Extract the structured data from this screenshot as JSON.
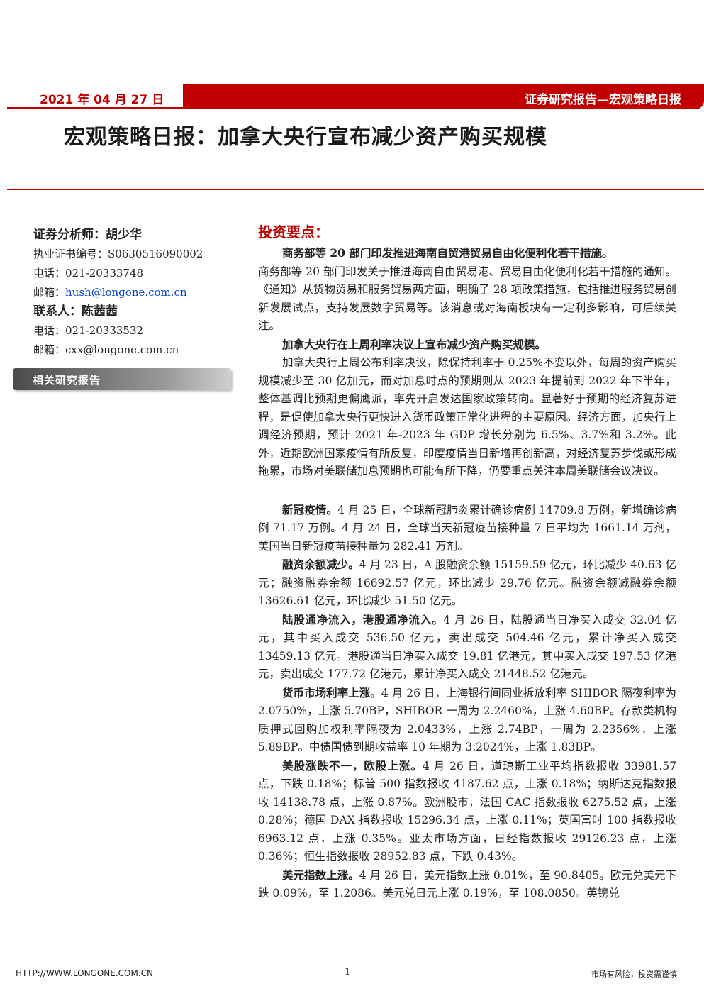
{
  "header": {
    "date": "2021 年 04 月 27 日",
    "category": "证券研究报告—宏观策略日报",
    "title": "宏观策略日报：加拿大央行宣布减少资产购买规模"
  },
  "sidebar": {
    "analyst_label": "证券分析师：胡少华",
    "cert": "执业证书编号：S0630516090002",
    "phone1": "电话：021-20333748",
    "email1_label": "邮箱：",
    "email1": "hush@longone.com.cn",
    "contact_label": "联系人：陈茜茜",
    "phone2": "电话：021-20333532",
    "email2": "邮箱：cxx@longone.com.cn",
    "related": "相关研究报告"
  },
  "main": {
    "section_title": "投资要点：",
    "paragraphs": [
      {
        "head": "商务部等 20 部门印发推进海南自贸港贸易自由化便利化若干措施。",
        "body": ""
      },
      {
        "head": "",
        "body": "商务部等 20 部门印发关于推进海南自由贸易港、贸易自由化便利化若干措施的通知。《通知》从货物贸易和服务贸易两方面，明确了 28 项政策措施，包括推进服务贸易创新发展试点，支持发展数字贸易等。该消息或对海南板块有一定利多影响，可后续关注。"
      },
      {
        "head": "加拿大央行在上周利率决议上宣布减少资产购买规模。",
        "body": ""
      },
      {
        "head": "",
        "body": "加拿大央行上周公布利率决议，除保持利率于 0.25%不变以外，每周的资产购买规模减少至 30 亿加元，而对加息时点的预期则从 2023 年提前到 2022 年下半年，整体基调比预期更偏鹰派，率先开启发达国家政策转向。显著好于预期的经济复苏进程，是促使加拿大央行更快进入货币政策正常化进程的主要原因。经济方面，加央行上调经济预期，预计 2021 年-2023 年 GDP 增长分别为 6.5%、3.7%和 3.2%。此外，近期欧洲国家疫情有所反复，印度疫情当日新增再创新高，对经济复苏步伐或形成拖累，市场对美联储加息预期也可能有所下降，仍要重点关注本周美联储会议决议。"
      },
      {
        "head": "新冠疫情。",
        "body": "4 月 25 日，全球新冠肺炎累计确诊病例 14709.8 万例，新增确诊病例 71.17 万例。4 月 24 日，全球当天新冠疫苗接种量 7 日平均为 1661.14 万剂，美国当日新冠疫苗接种量为 282.41 万剂。"
      },
      {
        "head": "融资余额减少。",
        "body": "4 月 23 日，A 股融资余额 15159.59 亿元，环比减少 40.63 亿元；融资融券余额 16692.57 亿元，环比减少 29.76 亿元。融资余额减融券余额 13626.61 亿元，环比减少 51.50 亿元。"
      },
      {
        "head": "陆股通净流入，港股通净流入。",
        "body": "4 月 26 日，陆股通当日净买入成交 32.04 亿元，其中买入成交 536.50 亿元，卖出成交 504.46 亿元，累计净买入成交 13459.13 亿元。港股通当日净买入成交 19.81 亿港元，其中买入成交 197.53 亿港元，卖出成交 177.72 亿港元，累计净买入成交 21448.52 亿港元。"
      },
      {
        "head": "货币市场利率上涨。",
        "body": "4 月 26 日，上海银行间同业拆放利率 SHIBOR 隔夜利率为 2.0750%，上涨 5.70BP，SHIBOR 一周为 2.2460%，上涨 4.60BP。存款类机构质押式回购加权利率隔夜为 2.0433%，上涨 2.74BP，一周为 2.2356%，上涨 5.89BP。中债国债到期收益率 10 年期为 3.2024%，上涨 1.83BP。"
      },
      {
        "head": "美股涨跌不一，欧股上涨。",
        "body": "4 月 26 日，道琼斯工业平均指数报收 33981.57 点，下跌 0.18%；标普 500 指数报收 4187.62 点，上涨 0.18%；纳斯达克指数报收 14138.78 点，上涨 0.87%。欧洲股市，法国 CAC 指数报收 6275.52 点，上涨 0.28%；德国 DAX 指数报收 15296.34 点，上涨 0.11%；英国富时 100 指数报收 6963.12 点，上涨 0.35%。亚太市场方面，日经指数报收 29126.23 点，上涨 0.36%；恒生指数报收 28952.83 点，下跌 0.43%。"
      },
      {
        "head": "美元指数上涨。",
        "body": "4 月 26 日，美元指数上涨 0.01%，至 90.8405。欧元兑美元下跌 0.09%，至 1.2086。美元兑日元上涨 0.19%，至 108.0850。英镑兑"
      }
    ]
  },
  "footer": {
    "url": "HTTP://WWW.LONGONE.COM.CN",
    "page": "1",
    "risk": "市场有风险，投资需谨慎"
  }
}
